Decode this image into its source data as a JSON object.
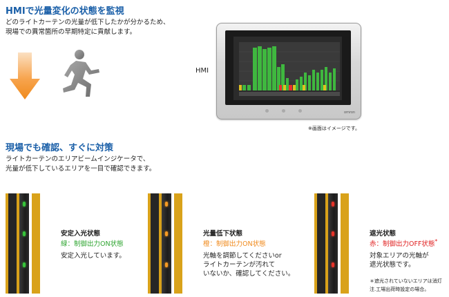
{
  "section1": {
    "title": "HMIで光量変化の状態を監視",
    "desc_line1": "どのライトカーテンの光量が低下したかが分かるため、",
    "desc_line2": "現場での異常箇所の早期特定に貢献します。"
  },
  "hmi": {
    "label": "HMI",
    "note": "※画面はイメージです。",
    "brand": "omron"
  },
  "section2": {
    "title": "現場でも確認、すぐに対策",
    "desc_line1": "ライトカーテンのエリアビームインジケータで、",
    "desc_line2": "光量が低下しているエリアを一目で確認できます。"
  },
  "states": [
    {
      "title": "安定入光状態",
      "sub": "緑：制御出力ON状態",
      "sub_color": "#2fa531",
      "desc_line1": "安定入光しています。",
      "desc_line2": "",
      "desc_line3": "",
      "led_color": "#37c43a"
    },
    {
      "title": "光量低下状態",
      "sub": "橙：制御出力ON状態",
      "sub_color": "#f08a1c",
      "desc_line1": "光軸を調節してくださいor",
      "desc_line2": "ライトカーテンが汚れて",
      "desc_line3": "いないか、確認してください。",
      "led_color": "#f59a24"
    },
    {
      "title": "遮光状態",
      "sub": "赤：制御出力OFF状態",
      "sub_mark": "*",
      "sub_color": "#e02020",
      "desc_line1": "対象エリアの光軸が",
      "desc_line2": "遮光状態です。",
      "desc_line3": "",
      "led_color": "#e8332a"
    }
  ],
  "footnote": {
    "line1": "＊遮光されていないエリアは消灯",
    "line2": "注.工場出荷時設定の場合。"
  },
  "colors": {
    "title_blue": "#1a5fa8",
    "arrow_orange": "#f08a1c",
    "sensor_frame": "#d9a21a"
  },
  "icons": [
    "down-arrow-icon",
    "running-person-icon"
  ]
}
